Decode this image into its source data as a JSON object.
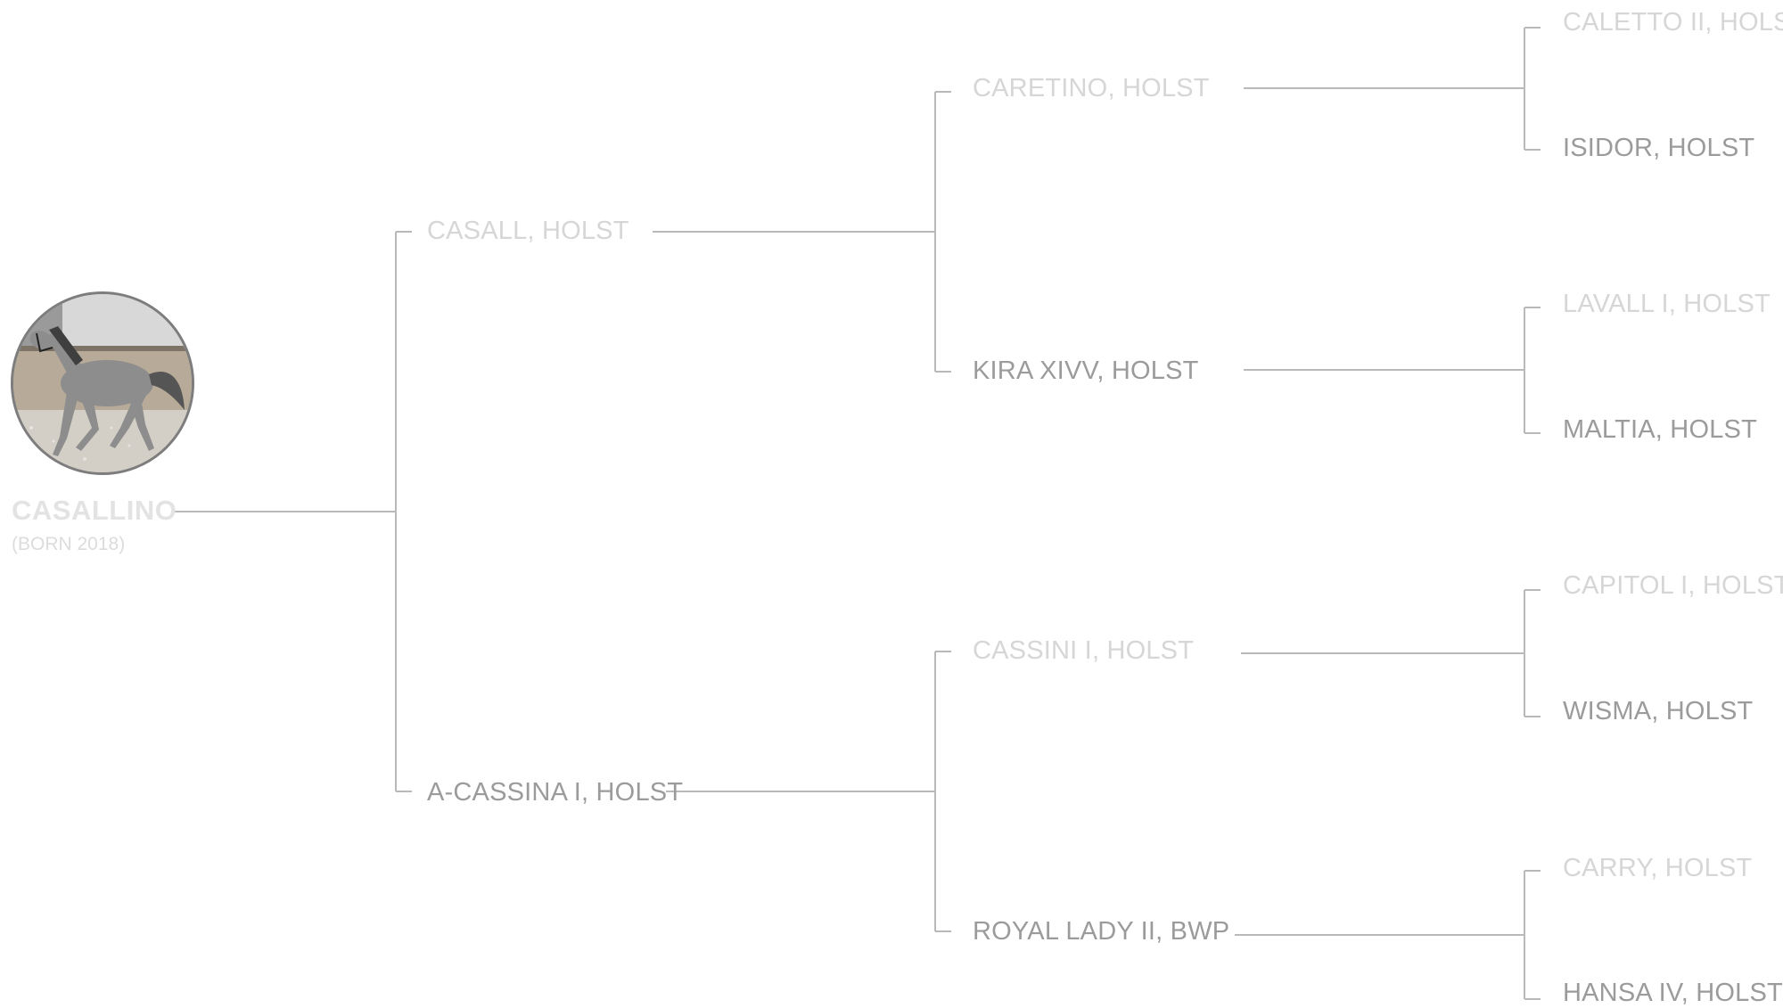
{
  "subject": {
    "name": "CASALLINO",
    "born": "(BORN 2018)",
    "photo": "grey-horse-trotting-photo"
  },
  "parents": {
    "sire": "CASALL, HOLST",
    "dam": "A-CASSINA I, HOLST"
  },
  "grandparents": {
    "sire_sire": "CARETINO, HOLST",
    "sire_dam": "KIRA XIVV, HOLST",
    "dam_sire": "CASSINI I, HOLST",
    "dam_dam": "ROYAL LADY II, BWP"
  },
  "great_grandparents": {
    "g1": "CALETTO II, HOLST",
    "g2": "ISIDOR, HOLST",
    "g3": "LAVALL I, HOLST",
    "g4": "MALTIA, HOLST",
    "g5": "CAPITOL I, HOLST",
    "g6": "WISMA, HOLST",
    "g7": "CARRY, HOLST",
    "g8": "HANSA IV, HOLST"
  },
  "colors": {
    "connector": "#b9b9b9",
    "sire_text": "#d6d6d6",
    "dam_text": "#9b9b9b"
  }
}
